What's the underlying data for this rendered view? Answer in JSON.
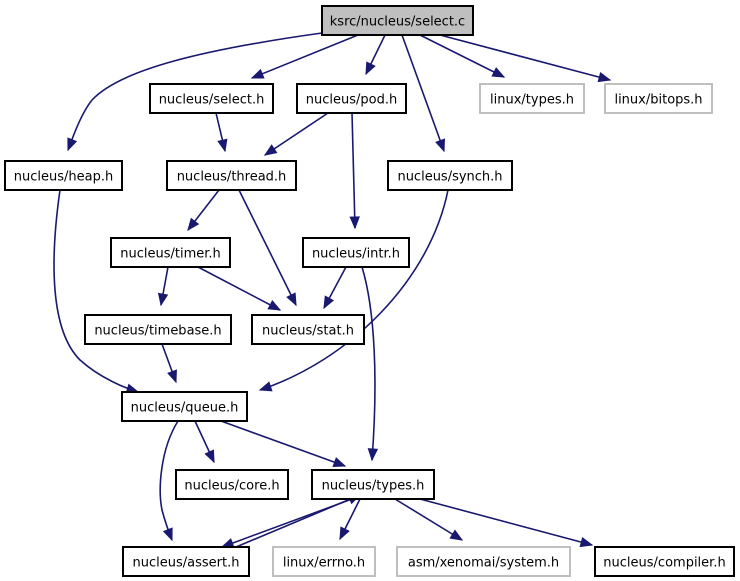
{
  "diagram": {
    "title": "ksrc/nucleus/select.c",
    "colors": {
      "edge": "#191970",
      "root_fill": "#bfbfbf",
      "node_border": "#000000",
      "external_border": "#bfbfbf"
    },
    "nodes": [
      {
        "id": "select_c",
        "label": "ksrc/nucleus/select.c",
        "kind": "root"
      },
      {
        "id": "select_h",
        "label": "nucleus/select.h",
        "kind": "documented"
      },
      {
        "id": "pod_h",
        "label": "nucleus/pod.h",
        "kind": "documented"
      },
      {
        "id": "linux_types_h",
        "label": "linux/types.h",
        "kind": "external"
      },
      {
        "id": "linux_bitops_h",
        "label": "linux/bitops.h",
        "kind": "external"
      },
      {
        "id": "heap_h",
        "label": "nucleus/heap.h",
        "kind": "documented"
      },
      {
        "id": "thread_h",
        "label": "nucleus/thread.h",
        "kind": "documented"
      },
      {
        "id": "synch_h",
        "label": "nucleus/synch.h",
        "kind": "documented"
      },
      {
        "id": "timer_h",
        "label": "nucleus/timer.h",
        "kind": "documented"
      },
      {
        "id": "intr_h",
        "label": "nucleus/intr.h",
        "kind": "documented"
      },
      {
        "id": "timebase_h",
        "label": "nucleus/timebase.h",
        "kind": "documented"
      },
      {
        "id": "stat_h",
        "label": "nucleus/stat.h",
        "kind": "documented"
      },
      {
        "id": "queue_h",
        "label": "nucleus/queue.h",
        "kind": "documented"
      },
      {
        "id": "core_h",
        "label": "nucleus/core.h",
        "kind": "documented"
      },
      {
        "id": "types_h",
        "label": "nucleus/types.h",
        "kind": "documented"
      },
      {
        "id": "assert_h",
        "label": "nucleus/assert.h",
        "kind": "documented"
      },
      {
        "id": "linux_errno_h",
        "label": "linux/errno.h",
        "kind": "external"
      },
      {
        "id": "asm_system_h",
        "label": "asm/xenomai/system.h",
        "kind": "external"
      },
      {
        "id": "compiler_h",
        "label": "nucleus/compiler.h",
        "kind": "documented"
      }
    ],
    "edges": [
      {
        "from": "select_c",
        "to": "heap_h"
      },
      {
        "from": "select_c",
        "to": "select_h"
      },
      {
        "from": "select_c",
        "to": "pod_h"
      },
      {
        "from": "select_c",
        "to": "synch_h"
      },
      {
        "from": "select_c",
        "to": "linux_types_h"
      },
      {
        "from": "select_c",
        "to": "linux_bitops_h"
      },
      {
        "from": "select_h",
        "to": "thread_h"
      },
      {
        "from": "pod_h",
        "to": "thread_h"
      },
      {
        "from": "pod_h",
        "to": "intr_h"
      },
      {
        "from": "heap_h",
        "to": "queue_h"
      },
      {
        "from": "thread_h",
        "to": "timer_h"
      },
      {
        "from": "thread_h",
        "to": "stat_h"
      },
      {
        "from": "synch_h",
        "to": "queue_h"
      },
      {
        "from": "timer_h",
        "to": "timebase_h"
      },
      {
        "from": "timer_h",
        "to": "stat_h"
      },
      {
        "from": "intr_h",
        "to": "stat_h"
      },
      {
        "from": "intr_h",
        "to": "types_h"
      },
      {
        "from": "timebase_h",
        "to": "queue_h"
      },
      {
        "from": "queue_h",
        "to": "core_h"
      },
      {
        "from": "queue_h",
        "to": "types_h"
      },
      {
        "from": "queue_h",
        "to": "assert_h"
      },
      {
        "from": "types_h",
        "to": "assert_h"
      },
      {
        "from": "assert_h",
        "to": "types_h"
      },
      {
        "from": "types_h",
        "to": "linux_errno_h"
      },
      {
        "from": "types_h",
        "to": "asm_system_h"
      },
      {
        "from": "types_h",
        "to": "compiler_h"
      }
    ]
  }
}
